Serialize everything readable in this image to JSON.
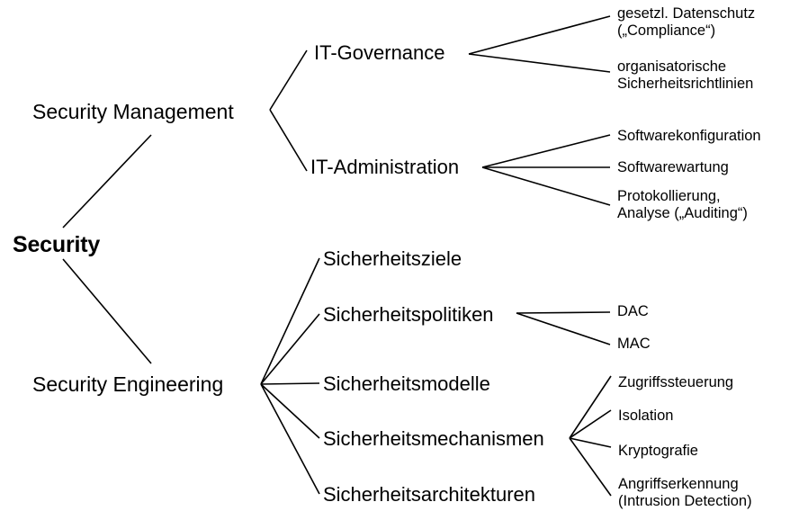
{
  "diagram": {
    "title": "Security",
    "type": "tree",
    "orientation": "left-to-right",
    "line_color": "#000000",
    "text_color": "#000000",
    "background_color": "#ffffff",
    "root": {
      "label": "Security",
      "bold": true
    },
    "branches": [
      {
        "label": "Security Management",
        "children": [
          {
            "label": "IT-Governance",
            "children": [
              {
                "line1": "gesetzl. Datenschutz",
                "line2": "(„Compliance“)"
              },
              {
                "line1": "organisatorische",
                "line2": "Sicherheitsrichtlinien"
              }
            ]
          },
          {
            "label": "IT-Administration",
            "children": [
              {
                "line1": "Softwarekonfiguration",
                "line2": ""
              },
              {
                "line1": "Softwarewartung",
                "line2": ""
              },
              {
                "line1": "Protokollierung,",
                "line2": "Analyse („Auditing“)"
              }
            ]
          }
        ]
      },
      {
        "label": "Security Engineering",
        "children": [
          {
            "label": "Sicherheitsziele",
            "children": []
          },
          {
            "label": "Sicherheitspolitiken",
            "children": [
              {
                "line1": "DAC",
                "line2": ""
              },
              {
                "line1": "MAC",
                "line2": ""
              }
            ]
          },
          {
            "label": "Sicherheitsmodelle",
            "children": []
          },
          {
            "label": "Sicherheitsmechanismen",
            "children": [
              {
                "line1": "Zugriffssteuerung",
                "line2": ""
              },
              {
                "line1": "Isolation",
                "line2": ""
              },
              {
                "line1": "Kryptografie",
                "line2": ""
              },
              {
                "line1": "Angriffserkennung",
                "line2": "(Intrusion Detection)"
              }
            ]
          },
          {
            "label": "Sicherheitsarchitekturen",
            "children": []
          }
        ]
      }
    ]
  },
  "labels": {
    "root": "Security",
    "security_management": "Security Management",
    "security_engineering": "Security Engineering",
    "it_governance": "IT-Governance",
    "it_administration": "IT-Administration",
    "gesetzl_datenschutz_1": "gesetzl. Datenschutz",
    "gesetzl_datenschutz_2": "(„Compliance“)",
    "organisatorische_1": "organisatorische",
    "organisatorische_2": "Sicherheitsrichtlinien",
    "softwarekonfiguration": "Softwarekonfiguration",
    "softwarewartung": "Softwarewartung",
    "protokollierung_1": "Protokollierung,",
    "protokollierung_2": "Analyse („Auditing“)",
    "sicherheitsziele": "Sicherheitsziele",
    "sicherheitspolitiken": "Sicherheitspolitiken",
    "sicherheitsmodelle": "Sicherheitsmodelle",
    "sicherheitsmechanismen": "Sicherheitsmechanismen",
    "sicherheitsarchitekturen": "Sicherheitsarchitekturen",
    "dac": "DAC",
    "mac": "MAC",
    "zugriffssteuerung": "Zugriffssteuerung",
    "isolation": "Isolation",
    "kryptografie": "Kryptografie",
    "angriffserkennung_1": "Angriffserkennung",
    "angriffserkennung_2": "(Intrusion Detection)"
  }
}
